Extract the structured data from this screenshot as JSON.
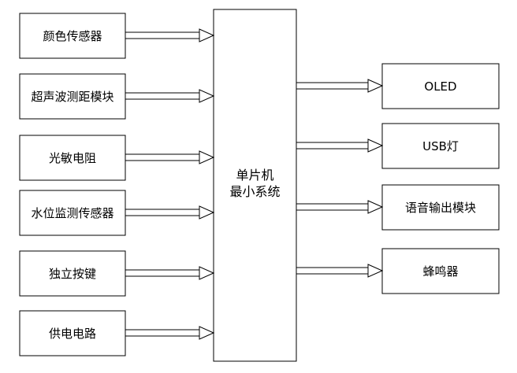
{
  "inputs": [
    {
      "label": "颜色传感器"
    },
    {
      "label": "超声波测距模块"
    },
    {
      "label": "光敏电阻"
    },
    {
      "label": "水位监测传感器"
    },
    {
      "label": "独立按键"
    },
    {
      "label": "供电电路"
    }
  ],
  "mcu": {
    "line1": "单片机",
    "line2": "最小系统"
  },
  "outputs": [
    {
      "label": "OLED"
    },
    {
      "label": "USB灯"
    },
    {
      "label": "语音输出模块"
    },
    {
      "label": "蜂鸣器"
    }
  ]
}
